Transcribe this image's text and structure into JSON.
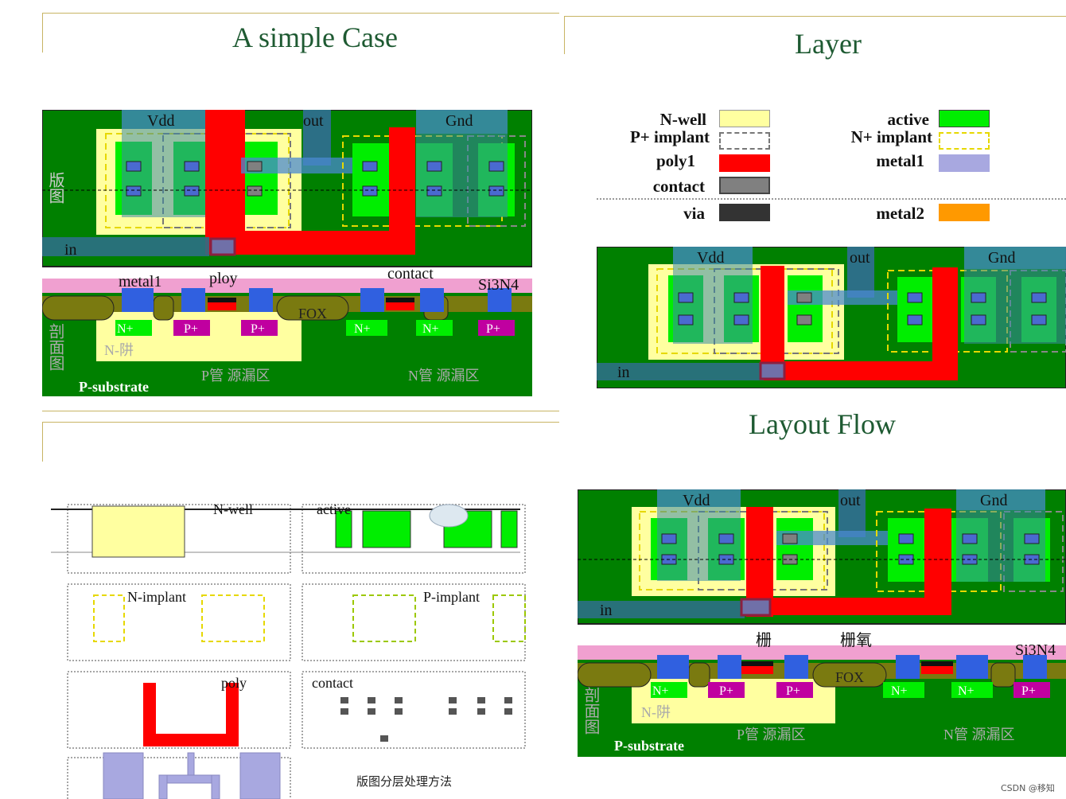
{
  "slides": {
    "simple_case": {
      "title": "A simple Case"
    },
    "layer": {
      "title": "Layer"
    },
    "layout_flow": {
      "title": "Layout Flow"
    }
  },
  "layout_diagram": {
    "vdd": "Vdd",
    "out": "out",
    "gnd": "Gnd",
    "in": "in",
    "side_label": "版图"
  },
  "cross_section": {
    "metal1": "metal1",
    "ploy": "ploy",
    "contact": "contact",
    "si3n4": "Si3N4",
    "fox": "FOX",
    "nplus": "N+",
    "pplus": "P+",
    "nwell": "N-阱",
    "side_label": "剖面图",
    "psubstrate": "P-substrate",
    "p_tube": "P管 源漏区",
    "n_tube": "N管 源漏区",
    "gate": "栅",
    "gate_oxide": "栅氧"
  },
  "legend": {
    "left": [
      {
        "label": "N-well",
        "color": "#ffffa0"
      },
      {
        "label": "P+ implant",
        "color": "dashed-gray"
      },
      {
        "label": "poly1",
        "color": "#ff0000"
      },
      {
        "label": "contact",
        "color": "#808080"
      },
      {
        "label": "via",
        "color": "#333333"
      }
    ],
    "right": [
      {
        "label": "active",
        "color": "#00ee00"
      },
      {
        "label": "N+ implant",
        "color": "dashed-yellow"
      },
      {
        "label": "metal1",
        "color": "#a8a8e0"
      },
      {
        "label": "metal2",
        "color": "#ff9900"
      }
    ]
  },
  "layer_steps": {
    "nwell": "N-well",
    "active": "active",
    "nimplant": "N-implant",
    "pimplant": "P-implant",
    "poly": "poly",
    "contact": "contact",
    "caption": "版图分层处理方法"
  },
  "watermark": "CSDN @移知"
}
